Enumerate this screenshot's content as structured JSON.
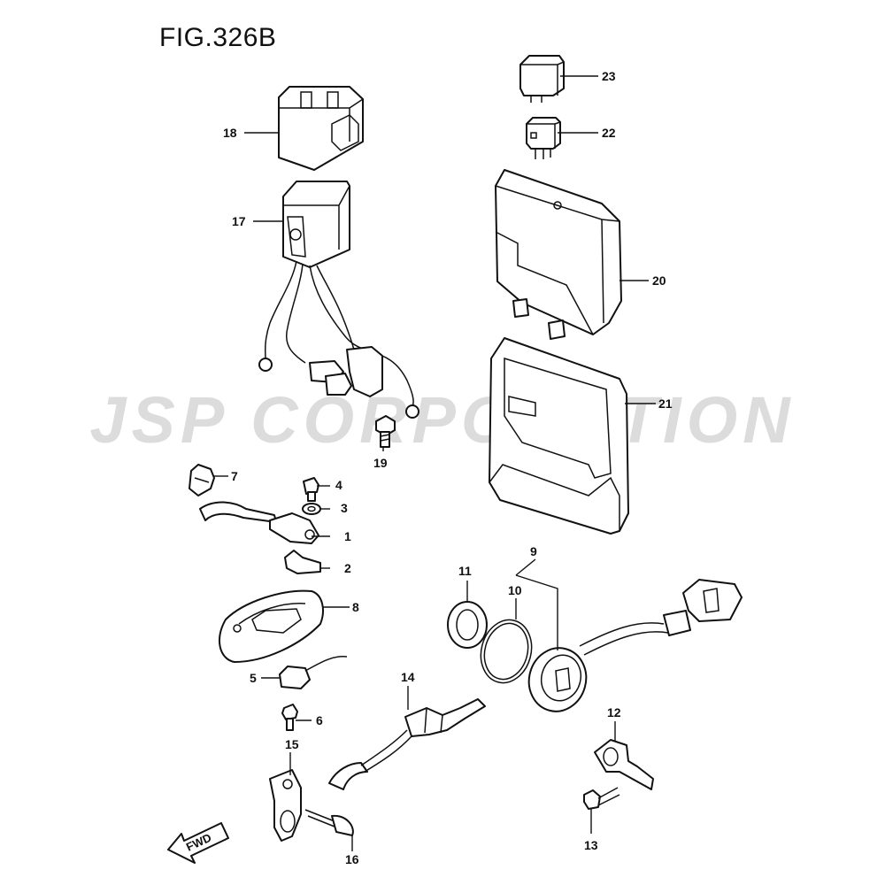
{
  "figure": {
    "title": "FIG.326B"
  },
  "watermark": {
    "text": "JSP CORPORATION"
  },
  "direction_arrow": {
    "label": "FWD"
  },
  "callouts": {
    "c1": "1",
    "c2": "2",
    "c3": "3",
    "c4": "4",
    "c5": "5",
    "c6": "6",
    "c7": "7",
    "c8": "8",
    "c9": "9",
    "c10": "10",
    "c11": "11",
    "c12": "12",
    "c13": "13",
    "c14": "14",
    "c15": "15",
    "c16": "16",
    "c17": "17",
    "c18": "18",
    "c19": "19",
    "c20": "20",
    "c21": "21",
    "c22": "22",
    "c23": "23"
  }
}
